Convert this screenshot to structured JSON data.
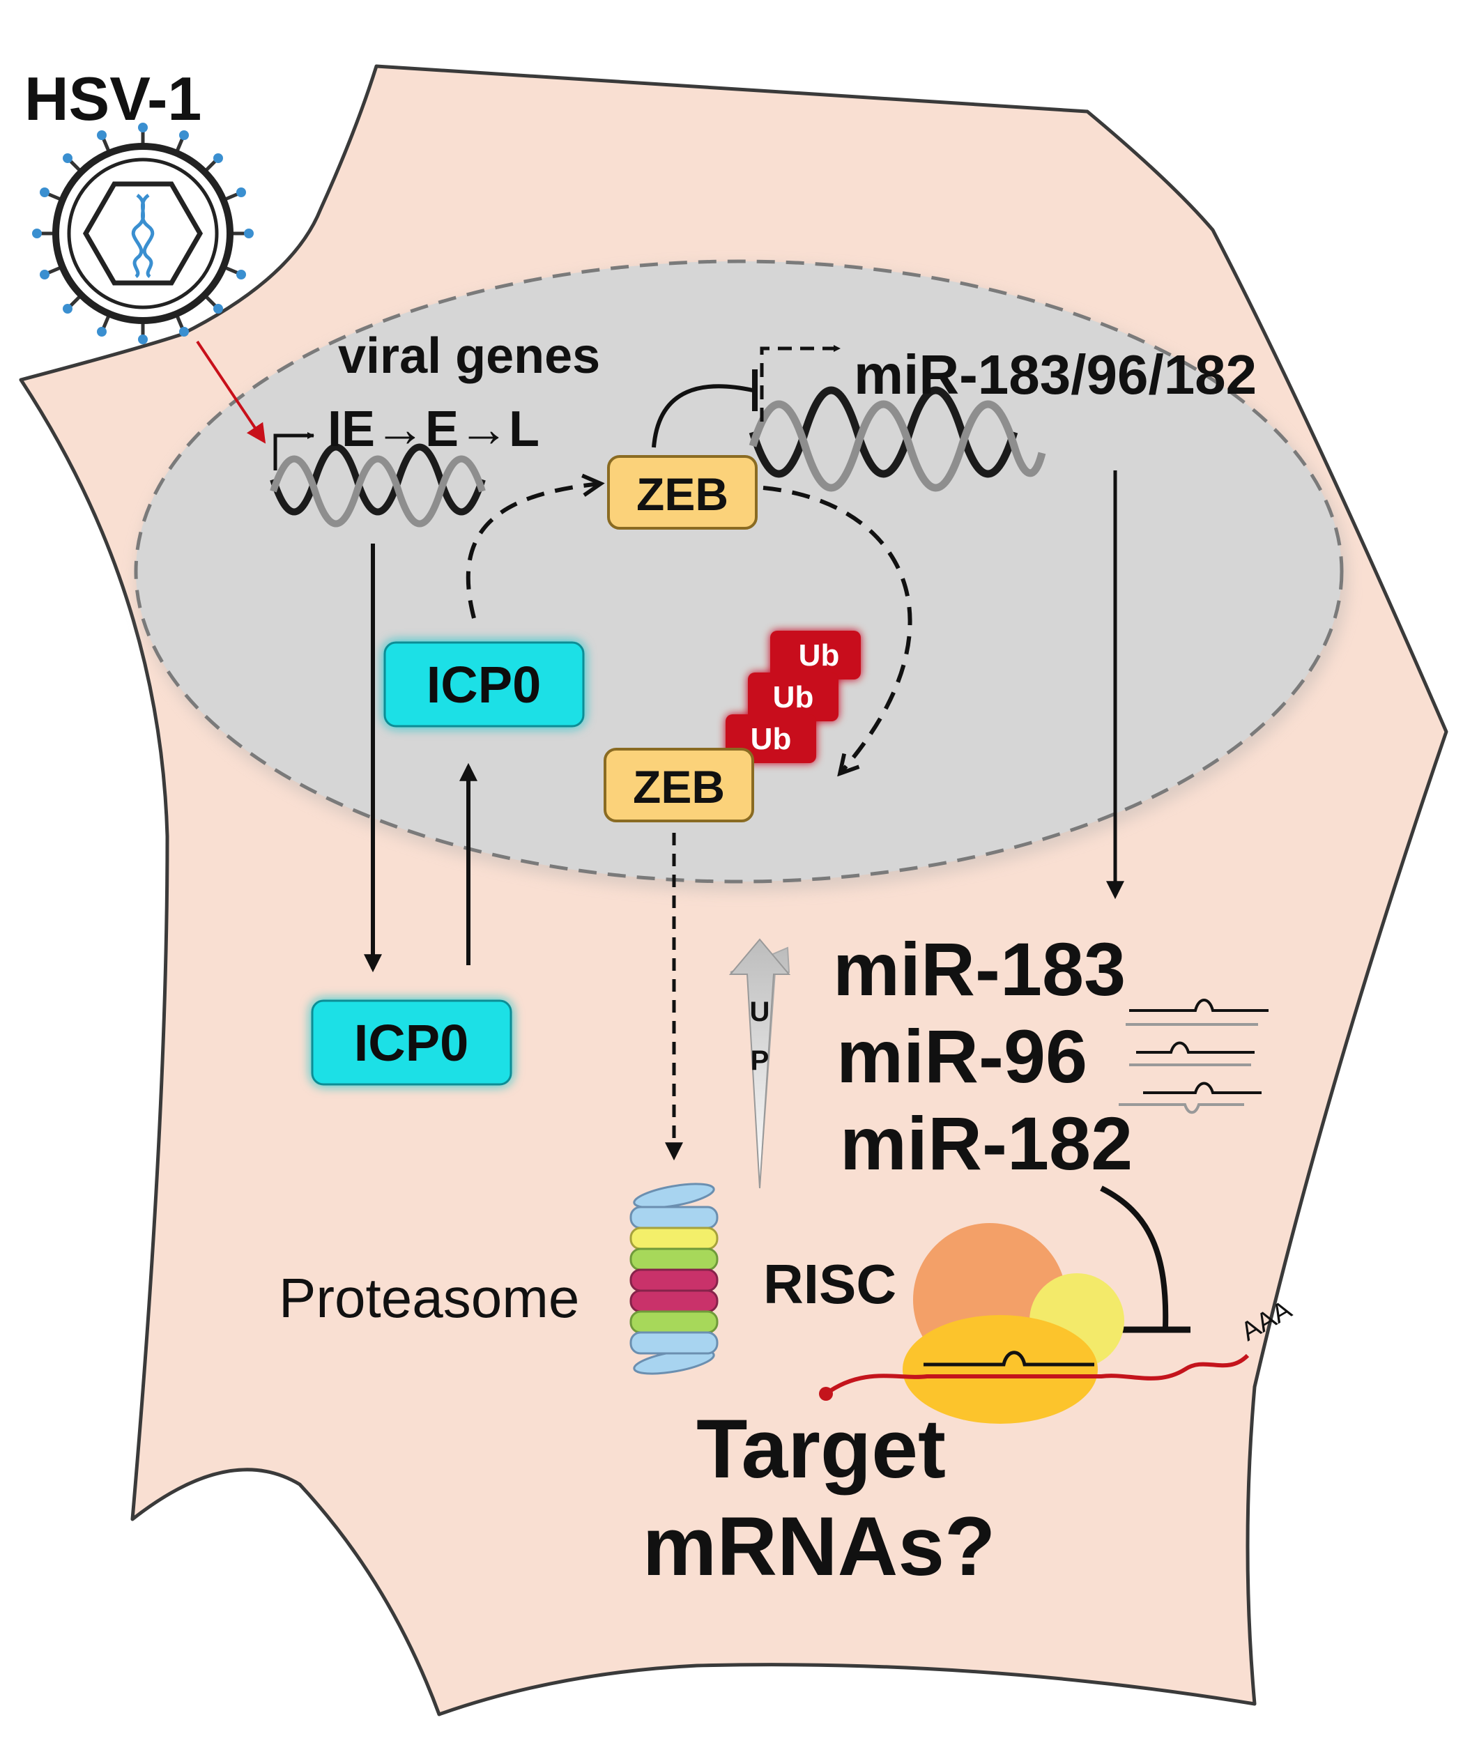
{
  "title_virus": "HSV-1",
  "viral_genes": {
    "label": "viral genes",
    "cascade": "IE→E→L"
  },
  "mir_cluster_label": "miR-183/96/182",
  "proteins": {
    "zeb": "ZEB",
    "icp0": "ICP0",
    "ub": "Ub"
  },
  "mirnas": [
    "miR-183",
    "miR-96",
    "miR-182"
  ],
  "up_letters": [
    "U",
    "P"
  ],
  "proteasome_label": "Proteasome",
  "risc_label": "RISC",
  "poly_a": "AAA",
  "target_label": [
    "Target",
    "mRNAs?"
  ],
  "colors": {
    "cell_fill": "#f9dfd2",
    "nucleus_fill": "#d6d6d6",
    "icp0_fill": "#1fe0e6",
    "zeb_fill": "#fbd27a",
    "ub_fill": "#c8101a",
    "target_text": "#d9171d",
    "mrna_line": "#c4141c"
  }
}
